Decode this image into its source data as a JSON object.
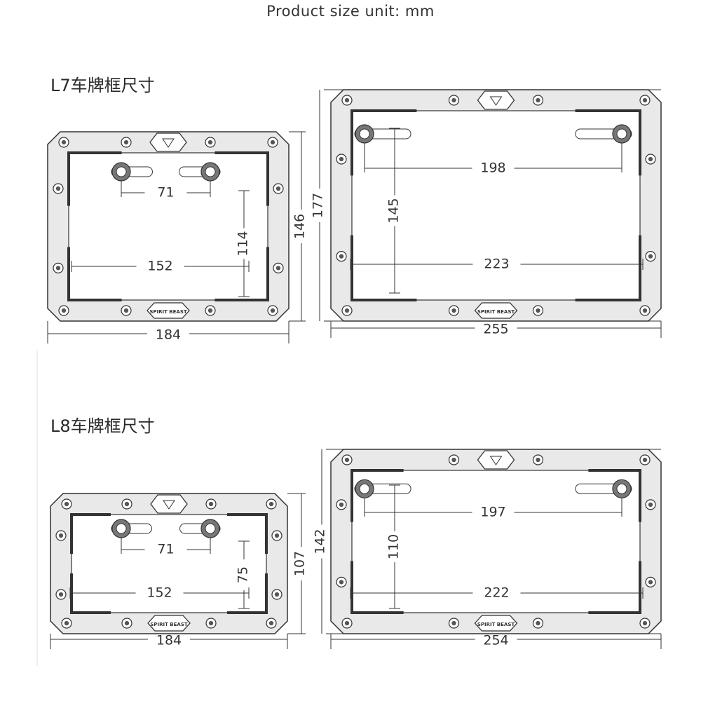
{
  "header": {
    "title": "Product size unit: mm"
  },
  "brand": {
    "badge": "SPIRIT BEAST"
  },
  "sections": [
    {
      "title": "L7车牌框尺寸",
      "small": {
        "w": "184",
        "h": "146",
        "inner_w": "152",
        "inner_h": "114",
        "hole": "71"
      },
      "large": {
        "w": "255",
        "h": "177",
        "inner_w": "223",
        "inner_h": "145",
        "hole": "198"
      }
    },
    {
      "title": "L8车牌框尺寸",
      "small": {
        "w": "184",
        "h": "107",
        "inner_w": "152",
        "inner_h": "75",
        "hole": "71"
      },
      "large": {
        "w": "254",
        "h": "142",
        "inner_w": "222",
        "inner_h": "110",
        "hole": "197"
      }
    }
  ],
  "colors": {
    "line": "#333333",
    "fill": "#e9e9e9",
    "dark": "#555555"
  }
}
